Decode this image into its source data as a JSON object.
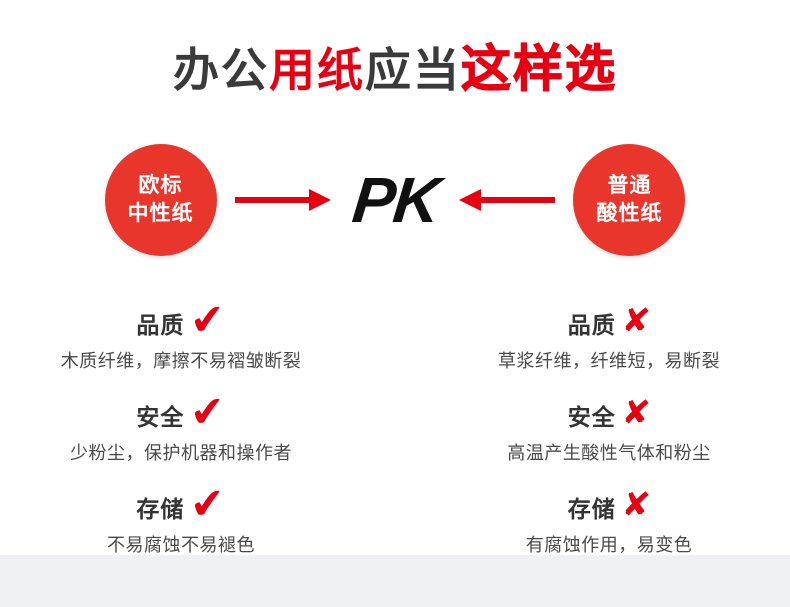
{
  "title": {
    "part1": "办公",
    "part2": "用纸",
    "part3": "应当",
    "part4": "这样选"
  },
  "pk_label": "PK",
  "left": {
    "circle_line1": "欧标",
    "circle_line2": "中性纸",
    "rows": [
      {
        "label": "品质",
        "desc": "木质纤维，摩擦不易褶皱断裂"
      },
      {
        "label": "安全",
        "desc": "少粉尘，保护机器和操作者"
      },
      {
        "label": "存储",
        "desc": "不易腐蚀不易褪色"
      }
    ]
  },
  "right": {
    "circle_line1": "普通",
    "circle_line2": "酸性纸",
    "rows": [
      {
        "label": "品质",
        "desc": "草浆纤维，纤维短，易断裂"
      },
      {
        "label": "安全",
        "desc": "高温产生酸性气体和粉尘"
      },
      {
        "label": "存储",
        "desc": "有腐蚀作用，易变色"
      }
    ]
  },
  "icons": {
    "check": "✔",
    "cross": "✘"
  },
  "colors": {
    "accent_red": "#e60012",
    "circle_red": "#e8362c",
    "title_dark": "#3a3a3a",
    "text_dark": "#333333",
    "text_gray": "#4a4a4a",
    "footer_gray": "#eff1f2"
  }
}
